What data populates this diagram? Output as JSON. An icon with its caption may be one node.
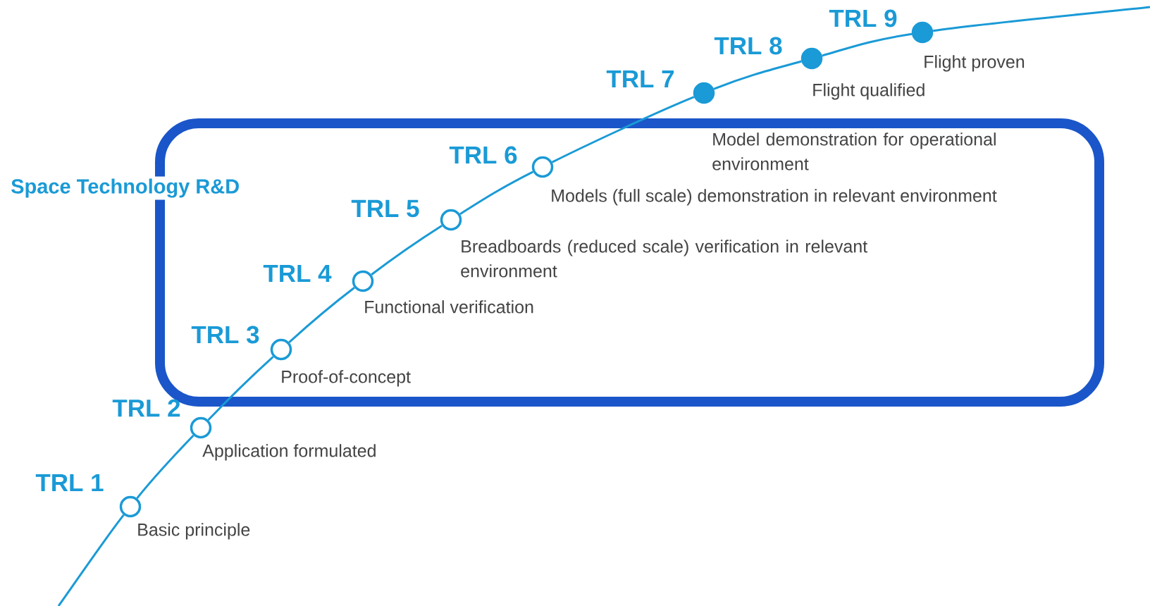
{
  "diagram": {
    "nodes": [
      {
        "text": [
          "Space Technology R&D"
        ]
      },
      {
        "text": [
          "TRL 1",
          "Basic principle"
        ]
      },
      {
        "text": [
          "TRL 2",
          "Application formulated"
        ]
      },
      {
        "text": [
          "TRL 3",
          "Proof-of-concept"
        ],
        "in": 0
      },
      {
        "text": [
          "TRL 4",
          "Functional verification"
        ],
        "in": 0
      },
      {
        "text": [
          "TRL 5",
          "Breadboards (reduced scale) verification in relevant environment"
        ],
        "in": 0
      },
      {
        "text": [
          "TRL 6",
          "Models (full scale) demonstration in relevant environment"
        ],
        "in": 0
      },
      {
        "text": [
          "TRL 7",
          "Model demonstration for operational environment"
        ]
      },
      {
        "text": [
          "TRL 8",
          "Flight qualified"
        ]
      },
      {
        "text": [
          "TRL 9",
          "Flight proven"
        ]
      }
    ],
    "edges": [
      {
        "from": null,
        "to": 1,
        "arrow": "none"
      },
      {
        "from": 1,
        "to": 2,
        "arrow": "none"
      },
      {
        "from": 2,
        "to": 3,
        "arrow": "none"
      },
      {
        "from": 3,
        "to": 4,
        "arrow": "none"
      },
      {
        "from": 4,
        "to": 5,
        "arrow": "none"
      },
      {
        "from": 5,
        "to": 6,
        "arrow": "none"
      },
      {
        "from": 6,
        "to": 7,
        "arrow": "none"
      },
      {
        "from": 7,
        "to": 8,
        "arrow": "none"
      },
      {
        "from": 8,
        "to": 9,
        "arrow": "none"
      },
      {
        "from": 9,
        "to": null,
        "arrow": "none"
      }
    ]
  }
}
